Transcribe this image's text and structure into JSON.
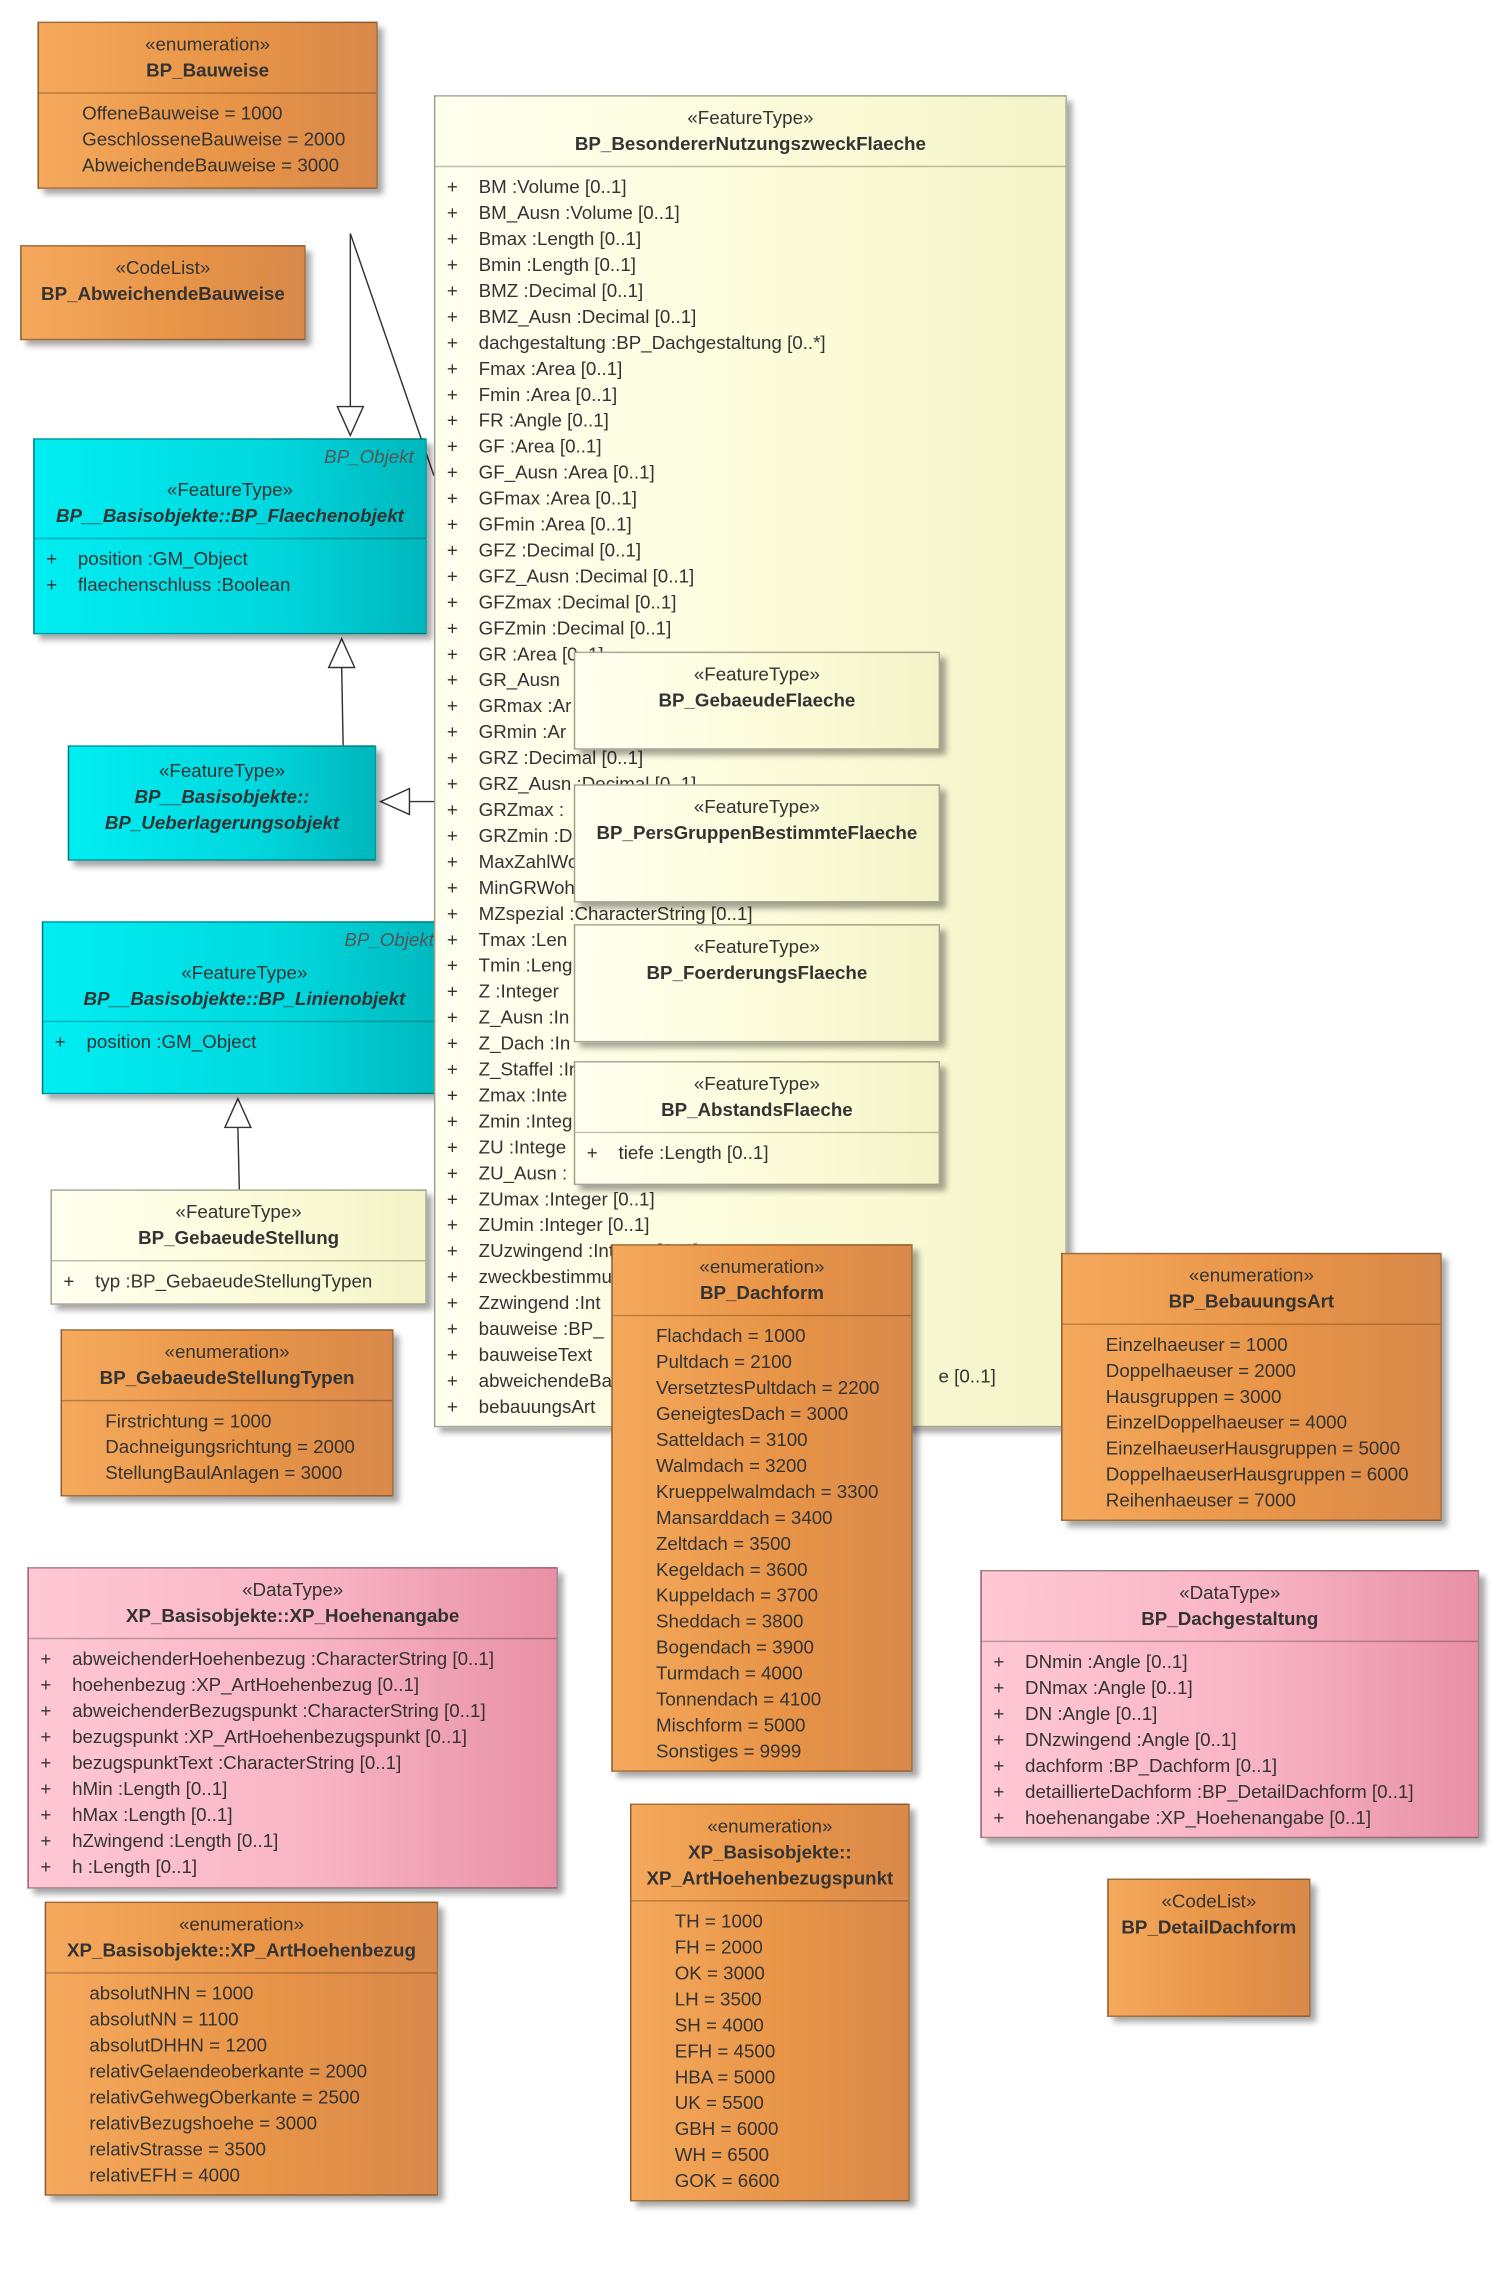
{
  "diagram": {
    "colors": {
      "enumeration": "#e89548",
      "featuretype_base": "#00d8de",
      "featuretype": "#fbfbd8",
      "datatype": "#f8b4c4"
    },
    "bp_bauweise": {
      "stereotype": "«enumeration»",
      "name": "BP_Bauweise",
      "values": [
        "OffeneBauweise = 1000",
        "GeschlosseneBauweise = 2000",
        "AbweichendeBauweise = 3000"
      ]
    },
    "bp_abweichende_bauweise": {
      "stereotype": "«CodeList»",
      "name": "BP_AbweichendeBauweise"
    },
    "bp_flaechenobjekt": {
      "corner": "BP_Objekt",
      "stereotype": "«FeatureType»",
      "name": "BP__Basisobjekte::BP_Flaechenobjekt",
      "attributes": [
        {
          "vis": "+",
          "text": "position  :GM_Object"
        },
        {
          "vis": "+",
          "text": "flaechenschluss  :Boolean"
        }
      ]
    },
    "bp_ueberlagerungsobjekt": {
      "stereotype": "«FeatureType»",
      "name_line1": "BP__Basisobjekte::",
      "name_line2": "BP_Ueberlagerungsobjekt"
    },
    "bp_linienobjekt": {
      "corner": "BP_Objekt",
      "stereotype": "«FeatureType»",
      "name": "BP__Basisobjekte::BP_Linienobjekt",
      "attributes": [
        {
          "vis": "+",
          "text": "position  :GM_Object"
        }
      ]
    },
    "bp_gebaeudestellung": {
      "stereotype": "«FeatureType»",
      "name": "BP_GebaeudeStellung",
      "attributes": [
        {
          "vis": "+",
          "text": "typ  :BP_GebaeudeStellungTypen"
        }
      ]
    },
    "bp_gebaeudestellungtypen": {
      "stereotype": "«enumeration»",
      "name": "BP_GebaeudeStellungTypen",
      "values": [
        "Firstrichtung = 1000",
        "Dachneigungsrichtung = 2000",
        "StellungBaulAnlagen = 3000"
      ]
    },
    "bp_besonderer": {
      "stereotype": "«FeatureType»",
      "name": "BP_BesondererNutzungszweckFlaeche",
      "attributes": [
        {
          "vis": "+",
          "text": "BM  :Volume [0..1]"
        },
        {
          "vis": "+",
          "text": "BM_Ausn  :Volume [0..1]"
        },
        {
          "vis": "+",
          "text": "Bmax  :Length [0..1]"
        },
        {
          "vis": "+",
          "text": "Bmin  :Length [0..1]"
        },
        {
          "vis": "+",
          "text": "BMZ  :Decimal [0..1]"
        },
        {
          "vis": "+",
          "text": "BMZ_Ausn  :Decimal [0..1]"
        },
        {
          "vis": "+",
          "text": "dachgestaltung  :BP_Dachgestaltung [0..*]"
        },
        {
          "vis": "+",
          "text": "Fmax  :Area [0..1]"
        },
        {
          "vis": "+",
          "text": "Fmin  :Area [0..1]"
        },
        {
          "vis": "+",
          "text": "FR  :Angle [0..1]"
        },
        {
          "vis": "+",
          "text": "GF  :Area [0..1]"
        },
        {
          "vis": "+",
          "text": "GF_Ausn  :Area [0..1]"
        },
        {
          "vis": "+",
          "text": "GFmax  :Area [0..1]"
        },
        {
          "vis": "+",
          "text": "GFmin  :Area [0..1]"
        },
        {
          "vis": "+",
          "text": "GFZ  :Decimal [0..1]"
        },
        {
          "vis": "+",
          "text": "GFZ_Ausn  :Decimal [0..1]"
        },
        {
          "vis": "+",
          "text": "GFZmax  :Decimal [0..1]"
        },
        {
          "vis": "+",
          "text": "GFZmin  :Decimal [0..1]"
        },
        {
          "vis": "+",
          "text": "GR  :Area [0..1]"
        },
        {
          "vis": "+",
          "text": "GR_Ausn"
        },
        {
          "vis": "+",
          "text": "GRmax  :Ar"
        },
        {
          "vis": "+",
          "text": "GRmin  :Ar"
        },
        {
          "vis": "+",
          "text": "GRZ  :Decimal [0..1]"
        },
        {
          "vis": "+",
          "text": "GRZ_Ausn  :Decimal [0..1]"
        },
        {
          "vis": "+",
          "text": "GRZmax  :"
        },
        {
          "vis": "+",
          "text": "GRZmin  :D"
        },
        {
          "vis": "+",
          "text": "MaxZahlWo"
        },
        {
          "vis": "+",
          "text": "MinGRWoh"
        },
        {
          "vis": "+",
          "text": "MZspezial  :CharacterString [0..1]"
        },
        {
          "vis": "+",
          "text": "Tmax  :Len"
        },
        {
          "vis": "+",
          "text": "Tmin  :Leng"
        },
        {
          "vis": "+",
          "text": "Z  :Integer"
        },
        {
          "vis": "+",
          "text": "Z_Ausn  :In"
        },
        {
          "vis": "+",
          "text": "Z_Dach  :In"
        },
        {
          "vis": "+",
          "text": "Z_Staffel  :Integer [0..1]"
        },
        {
          "vis": "+",
          "text": "Zmax  :Inte"
        },
        {
          "vis": "+",
          "text": "Zmin  :Integ"
        },
        {
          "vis": "+",
          "text": "ZU  :Intege"
        },
        {
          "vis": "+",
          "text": "ZU_Ausn  :"
        },
        {
          "vis": "+",
          "text": "ZUmax  :Integer [0..1]"
        },
        {
          "vis": "+",
          "text": "ZUmin  :Integer [0..1]"
        },
        {
          "vis": "+",
          "text": "ZUzwingend  :Integer [0..1]"
        },
        {
          "vis": "+",
          "text": "zweckbestimmung"
        },
        {
          "vis": "+",
          "text": "Zzwingend  :Int"
        },
        {
          "vis": "+",
          "text": "bauweise  :BP_"
        },
        {
          "vis": "+",
          "text": "bauweiseText"
        },
        {
          "vis": "+",
          "text": "abweichendeBa"
        },
        {
          "vis": "+",
          "text": "bebauungsArt"
        }
      ],
      "overflow_text": "e [0..1]"
    },
    "bp_gebaeudeflaeche": {
      "stereotype": "«FeatureType»",
      "name": "BP_GebaeudeFlaeche"
    },
    "bp_persgruppen": {
      "stereotype": "«FeatureType»",
      "name": "BP_PersGruppenBestimmteFlaeche"
    },
    "bp_foerderungs": {
      "stereotype": "«FeatureType»",
      "name": "BP_FoerderungsFlaeche"
    },
    "bp_abstands": {
      "stereotype": "«FeatureType»",
      "name": "BP_AbstandsFlaeche",
      "attributes": [
        {
          "vis": "+",
          "text": "tiefe  :Length [0..1]"
        }
      ]
    },
    "bp_dachform": {
      "stereotype": "«enumeration»",
      "name": "BP_Dachform",
      "values": [
        "Flachdach = 1000",
        "Pultdach = 2100",
        "VersetztesPultdach = 2200",
        "GeneigtesDach = 3000",
        "Satteldach = 3100",
        "Walmdach = 3200",
        "Krueppelwalmdach = 3300",
        "Mansarddach = 3400",
        "Zeltdach = 3500",
        "Kegeldach = 3600",
        "Kuppeldach = 3700",
        "Sheddach = 3800",
        "Bogendach = 3900",
        "Turmdach = 4000",
        "Tonnendach = 4100",
        "Mischform = 5000",
        "Sonstiges = 9999"
      ]
    },
    "bp_bebauungsart": {
      "stereotype": "«enumeration»",
      "name": "BP_BebauungsArt",
      "values": [
        "Einzelhaeuser = 1000",
        "Doppelhaeuser = 2000",
        "Hausgruppen = 3000",
        "EinzelDoppelhaeuser = 4000",
        "EinzelhaeuserHausgruppen = 5000",
        "DoppelhaeuserHausgruppen = 6000",
        "Reihenhaeuser = 7000"
      ]
    },
    "xp_hoehenangabe": {
      "stereotype": "«DataType»",
      "name": "XP_Basisobjekte::XP_Hoehenangabe",
      "attributes": [
        {
          "vis": "+",
          "text": "abweichenderHoehenbezug  :CharacterString [0..1]"
        },
        {
          "vis": "+",
          "text": "hoehenbezug  :XP_ArtHoehenbezug [0..1]"
        },
        {
          "vis": "+",
          "text": "abweichenderBezugspunkt  :CharacterString [0..1]"
        },
        {
          "vis": "+",
          "text": "bezugspunkt  :XP_ArtHoehenbezugspunkt [0..1]"
        },
        {
          "vis": "+",
          "text": "bezugspunktText  :CharacterString [0..1]"
        },
        {
          "vis": "+",
          "text": "hMin  :Length [0..1]"
        },
        {
          "vis": "+",
          "text": "hMax  :Length [0..1]"
        },
        {
          "vis": "+",
          "text": "hZwingend  :Length [0..1]"
        },
        {
          "vis": "+",
          "text": "h  :Length [0..1]"
        }
      ]
    },
    "bp_dachgestaltung": {
      "stereotype": "«DataType»",
      "name": "BP_Dachgestaltung",
      "attributes": [
        {
          "vis": "+",
          "text": "DNmin  :Angle [0..1]"
        },
        {
          "vis": "+",
          "text": "DNmax  :Angle [0..1]"
        },
        {
          "vis": "+",
          "text": "DN  :Angle [0..1]"
        },
        {
          "vis": "+",
          "text": "DNzwingend  :Angle [0..1]"
        },
        {
          "vis": "+",
          "text": "dachform  :BP_Dachform [0..1]"
        },
        {
          "vis": "+",
          "text": "detaillierteDachform  :BP_DetailDachform [0..1]"
        },
        {
          "vis": "+",
          "text": "hoehenangabe  :XP_Hoehenangabe [0..1]"
        }
      ]
    },
    "xp_arthoehenbezug": {
      "stereotype": "«enumeration»",
      "name": "XP_Basisobjekte::XP_ArtHoehenbezug",
      "values": [
        "absolutNHN = 1000",
        "absolutNN = 1100",
        "absolutDHHN = 1200",
        "relativGelaendeoberkante = 2000",
        "relativGehwegOberkante = 2500",
        "relativBezugshoehe = 3000",
        "relativStrasse = 3500",
        "relativEFH = 4000"
      ]
    },
    "xp_arthoehenbezugspunkt": {
      "stereotype": "«enumeration»",
      "name_line1": "XP_Basisobjekte::",
      "name_line2": "XP_ArtHoehenbezugspunkt",
      "values": [
        "TH = 1000",
        "FH = 2000",
        "OK = 3000",
        "LH = 3500",
        "SH = 4000",
        "EFH = 4500",
        "HBA = 5000",
        "UK = 5500",
        "GBH = 6000",
        "WH = 6500",
        "GOK = 6600"
      ]
    },
    "bp_detaildachform": {
      "stereotype": "«CodeList»",
      "name": "BP_DetailDachform"
    }
  }
}
